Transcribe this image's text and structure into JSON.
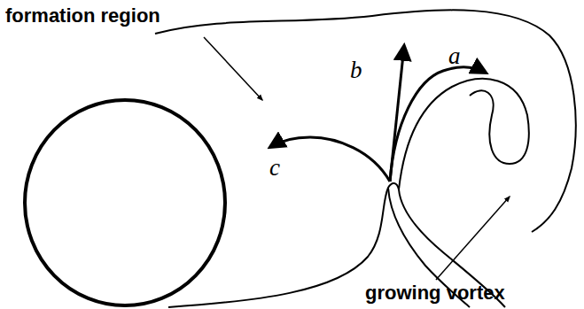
{
  "diagram": {
    "labels": [
      "formation region",
      "a",
      "b",
      "c",
      "growing vortex"
    ]
  }
}
